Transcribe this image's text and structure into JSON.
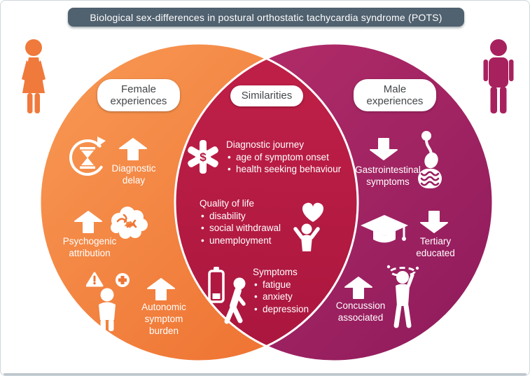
{
  "title": "Biological sex-differences in postural orthostatic tachycardia syndrome (POTS)",
  "colors": {
    "title_bar": "#50616f",
    "female_circle_gradient": [
      "#f89a55",
      "#ed6d2d"
    ],
    "male_circle_gradient": [
      "#b62e6a",
      "#8e1a5c"
    ],
    "overlap_gradient": [
      "#c02048",
      "#aa163e"
    ],
    "circle_outline": "#ffffff",
    "pill_background": "#ffffff",
    "pill_text": "#44474a",
    "content_text": "#ffffff",
    "female_figure": "#f0793c",
    "male_figure": "#a8215f"
  },
  "female_section": {
    "label": "Female experiences",
    "items": [
      {
        "icon": "hourglass-clock-icon",
        "trend": "up",
        "label": "Diagnostic delay"
      },
      {
        "icon": "brain-icon",
        "trend": "up",
        "label": "Psychogenic attribution"
      },
      {
        "icon": "patient-alert-icon",
        "trend": "up",
        "label": "Autonomic symptom burden"
      }
    ]
  },
  "similarities_section": {
    "label": "Similarities",
    "groups": [
      {
        "icon": "medical-cost-icon",
        "heading": "Diagnostic journey",
        "bullets": [
          "age of symptom onset",
          "health seeking behaviour"
        ]
      },
      {
        "icon": "heart-wellbeing-icon",
        "heading": "Quality of life",
        "bullets": [
          "disability",
          "social withdrawal",
          "unemployment"
        ]
      },
      {
        "icon": "low-battery-fatigue-icon",
        "heading": "Symptoms",
        "bullets": [
          "fatigue",
          "anxiety",
          "depression"
        ]
      }
    ]
  },
  "male_section": {
    "label": "Male experiences",
    "items": [
      {
        "icon": "digestive-system-icon",
        "trend": "down",
        "label": "Gastrointestinal symptoms"
      },
      {
        "icon": "graduation-cap-icon",
        "trend": "down",
        "label": "Tertiary educated"
      },
      {
        "icon": "dizzy-person-icon",
        "trend": "up",
        "label": "Concussion associated"
      }
    ]
  }
}
